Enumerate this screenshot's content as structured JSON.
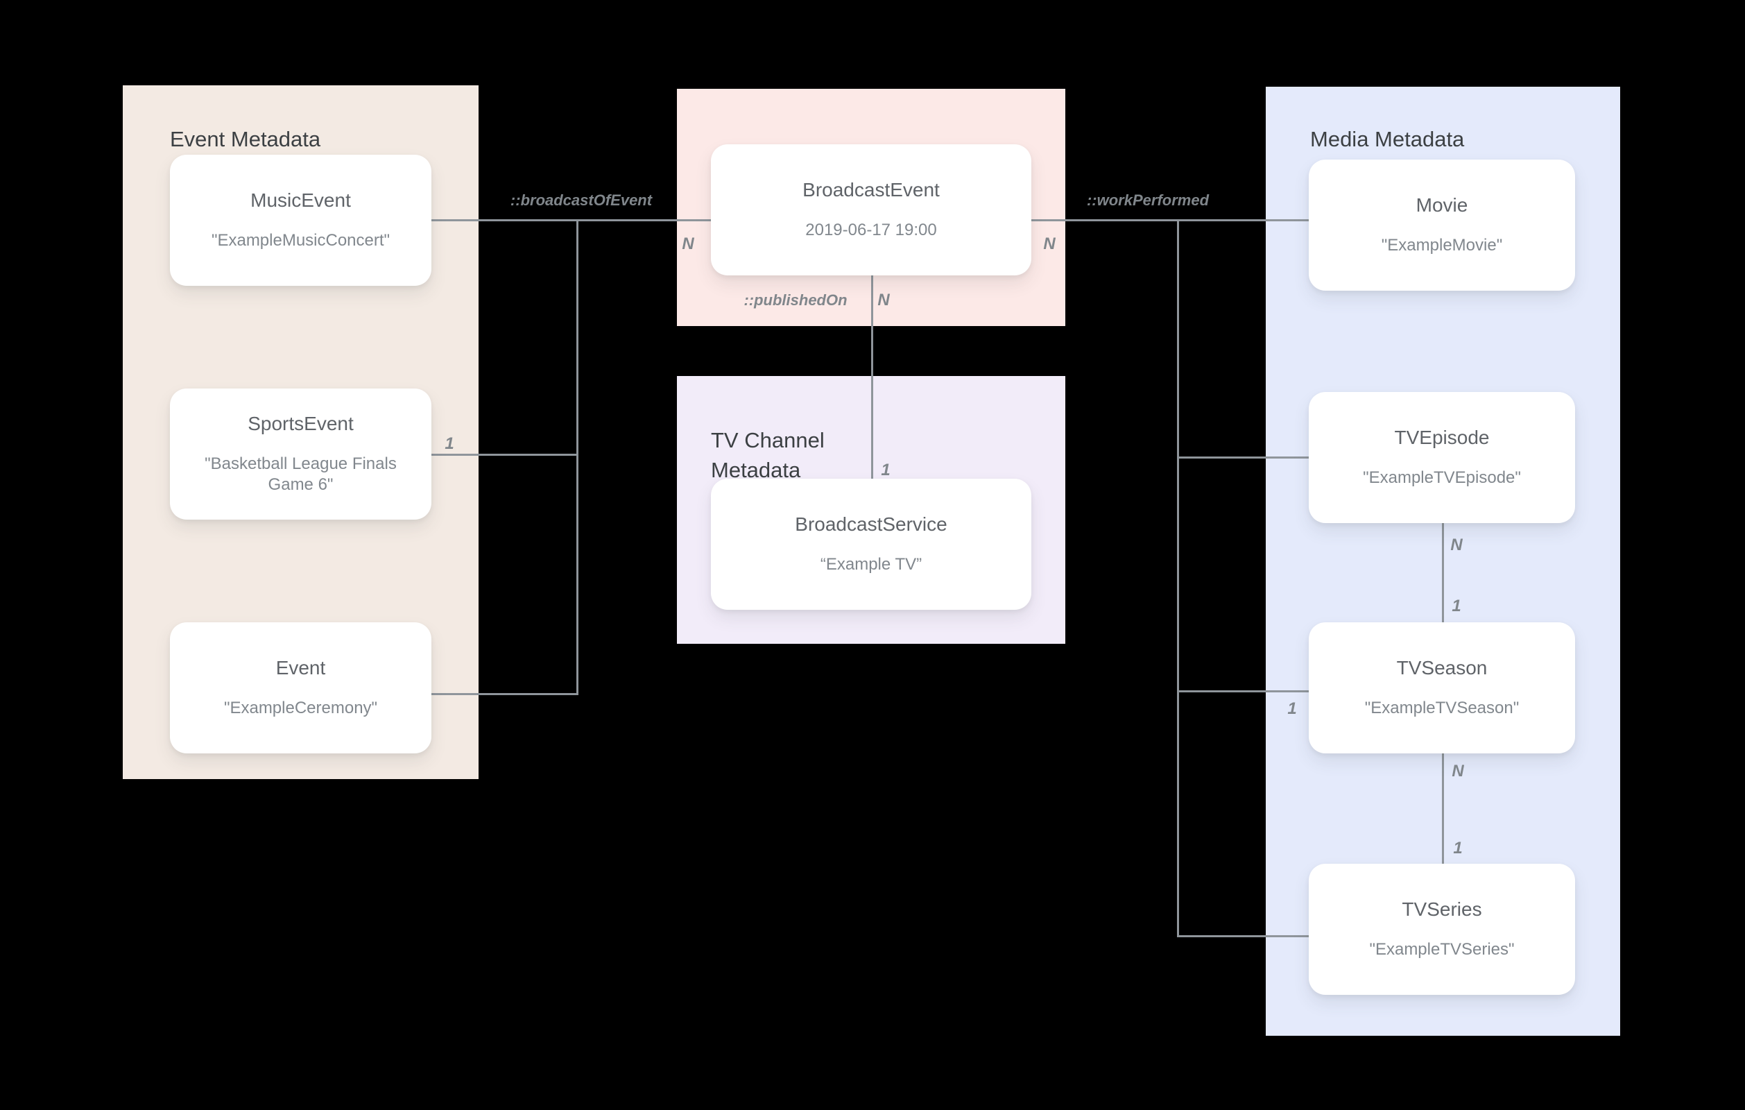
{
  "panels": {
    "event": {
      "title": "Event Metadata",
      "color": "#f3eae3"
    },
    "broadcast": {
      "color": "#fce9e7"
    },
    "tv_channel": {
      "title": "TV Channel Metadata",
      "color": "#f2ecf9"
    },
    "media": {
      "title": "Media Metadata",
      "color": "#e4eafb"
    }
  },
  "nodes": {
    "music_event": {
      "title": "MusicEvent",
      "value": "\"ExampleMusicConcert\""
    },
    "sports_event": {
      "title": "SportsEvent",
      "value": "\"Basketball League Finals Game 6\""
    },
    "event": {
      "title": "Event",
      "value": "\"ExampleCeremony\""
    },
    "broadcast_event": {
      "title": "BroadcastEvent",
      "value": "2019-06-17 19:00"
    },
    "broadcast_service": {
      "title": "BroadcastService",
      "value": "“Example TV”"
    },
    "movie": {
      "title": "Movie",
      "value": "\"ExampleMovie\""
    },
    "tv_episode": {
      "title": "TVEpisode",
      "value": "\"ExampleTVEpisode\""
    },
    "tv_season": {
      "title": "TVSeason",
      "value": "\"ExampleTVSeason\""
    },
    "tv_series": {
      "title": "TVSeries",
      "value": "\"ExampleTVSeries\""
    }
  },
  "relationships": {
    "broadcast_of_event": "::broadcastOfEvent",
    "work_performed": "::workPerformed",
    "published_on": "::publishedOn"
  },
  "cardinalities": {
    "broadcast_left_n": "N",
    "broadcast_right_n": "N",
    "published_n": "N",
    "published_one": "1",
    "sports_one": "1",
    "episode_n": "N",
    "episode_season_one": "1",
    "season_left_one": "1",
    "season_n": "N",
    "season_series_one": "1"
  },
  "colors": {
    "background": "#000000",
    "event_panel": "#f3eae3",
    "broadcast_panel": "#fce9e7",
    "tv_channel_panel": "#f2ecf9",
    "media_panel": "#e4eafb",
    "connector": "#8f959b",
    "panel_title": "#3c4043",
    "node_title": "#5f6368",
    "node_value": "#81878d",
    "label": "#80868b"
  }
}
